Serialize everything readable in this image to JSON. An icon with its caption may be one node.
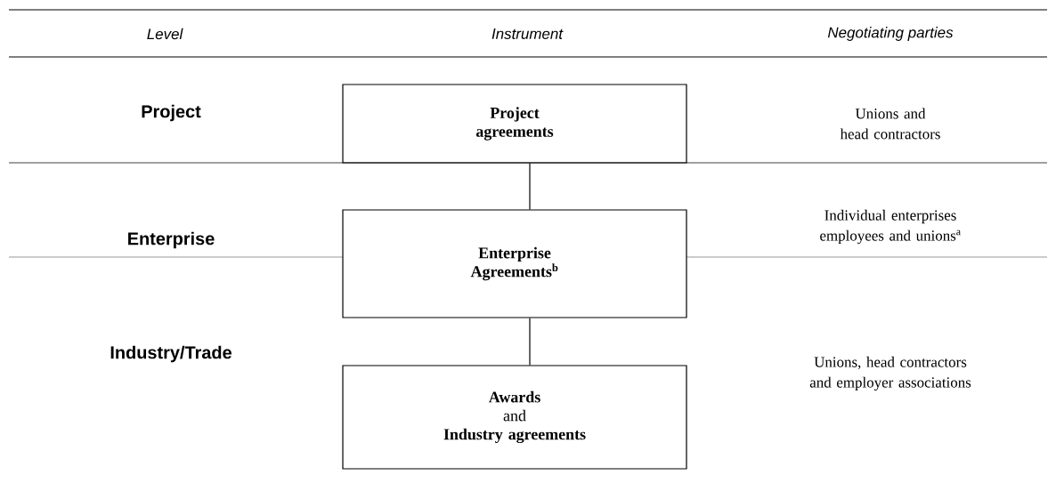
{
  "diagram": {
    "nodes": [
      {
        "text": [
          "Project agreements"
        ]
      },
      {
        "text": [
          "Enterprise Agreements$^{b}$"
        ]
      },
      {
        "text": [
          "Awards",
          "and",
          "Industry agreements"
        ]
      }
    ],
    "edges": [
      {
        "from": 0,
        "to": 1,
        "arrow": "none"
      },
      {
        "from": 1,
        "to": 2,
        "arrow": "none"
      }
    ],
    "labels": [
      "Level",
      "Instrument",
      "Negotiating parties",
      "Project",
      "Unions and head contractors",
      "Enterprise",
      "Individual enterprises employees and unions$^{a}$",
      "Industry/Trade",
      "Unions, head contractors and employer associations"
    ]
  }
}
